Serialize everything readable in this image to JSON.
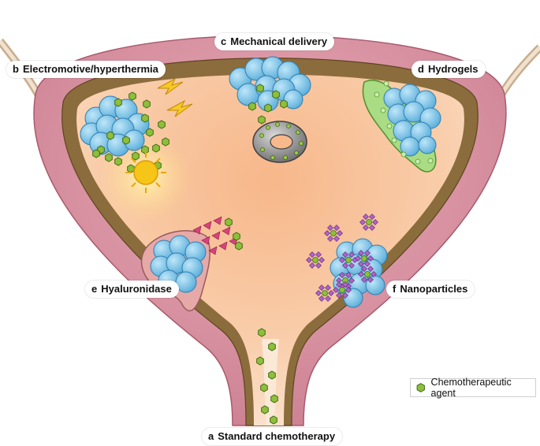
{
  "labels": {
    "a": {
      "letter": "a",
      "text": "Standard chemotherapy"
    },
    "b": {
      "letter": "b",
      "text": "Electromotive/hyperthermia"
    },
    "c": {
      "letter": "c",
      "text": "Mechanical delivery"
    },
    "d": {
      "letter": "d",
      "text": "Hydrogels"
    },
    "e": {
      "letter": "e",
      "text": "Hyaluronidase"
    },
    "f": {
      "letter": "f",
      "text": "Nanoparticles"
    }
  },
  "legend": {
    "text": "Chemotherapeutic agent"
  },
  "colors": {
    "bladder_wall": "#c97d8e",
    "bladder_inner_wall": "#8a6a3a",
    "lumen": "#f7b98c",
    "tumour": "#7cc4e8",
    "drug": "#8fbf3a",
    "hydrogel": "#9fd47a",
    "nanoparticle": "#b064c8",
    "sun": "#f5c518"
  }
}
